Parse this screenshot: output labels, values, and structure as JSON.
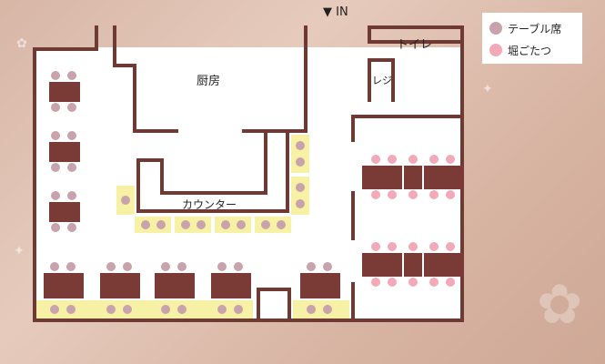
{
  "entrance": {
    "label": "▼ IN"
  },
  "rooms": {
    "kitchen": "厨房",
    "toilet": "トイレ",
    "register": "レジ",
    "counter": "カウンター"
  },
  "legend": {
    "items": [
      {
        "label": "テーブル席",
        "color": "#c9a3ab"
      },
      {
        "label": "堀ごたつ",
        "color": "#f4a9b8"
      }
    ]
  },
  "colors": {
    "wall": "#6e3a34",
    "table": "#7a3a36",
    "highlight": "#f6f1a4"
  }
}
